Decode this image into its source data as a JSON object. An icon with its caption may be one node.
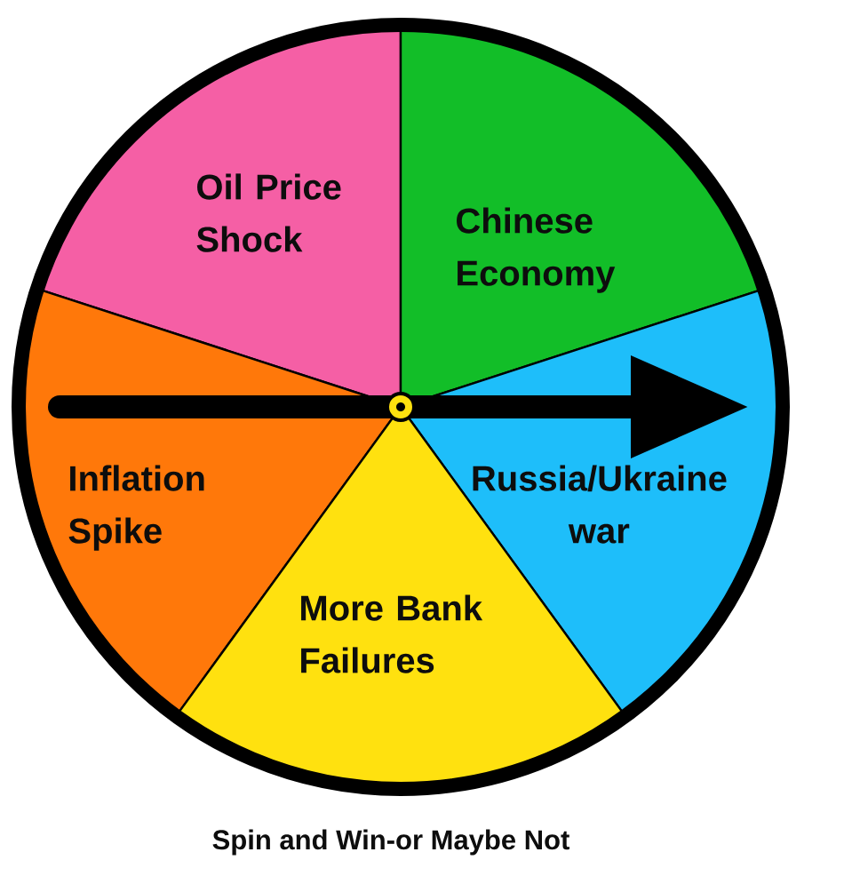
{
  "diagram": {
    "caption": "Spin and Win-or Maybe Not",
    "nodes": [
      {
        "text": [
          "Oil Price Shock"
        ]
      },
      {
        "text": [
          "Chinese Economy"
        ]
      },
      {
        "text": [
          "Inflation Spike"
        ]
      },
      {
        "text": [
          "Russia/Ukraine war"
        ]
      },
      {
        "text": [
          "More Bank Failures"
        ]
      }
    ],
    "edges": [
      {
        "from": 2,
        "to": 3,
        "arrow": "to"
      }
    ]
  }
}
